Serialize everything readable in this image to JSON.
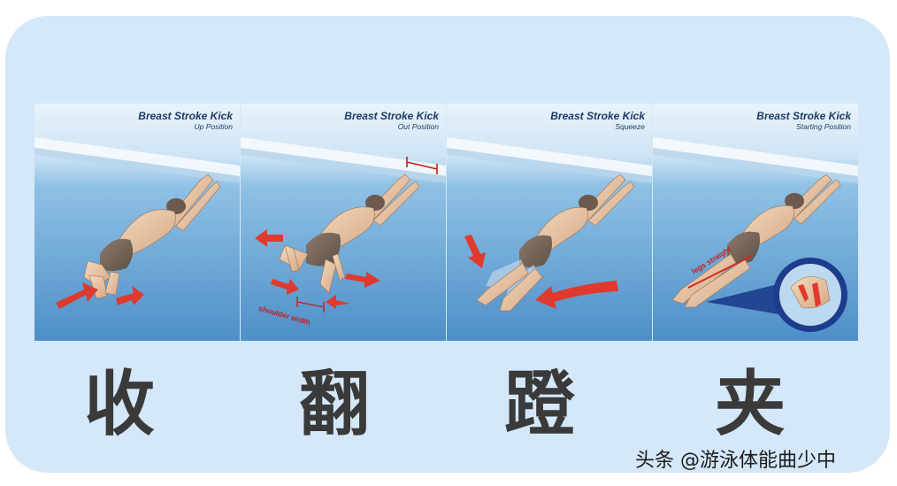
{
  "panels": [
    {
      "title": "Breast Stroke Kick",
      "subtitle": "Up Position",
      "step": "收"
    },
    {
      "title": "Breast Stroke Kick",
      "subtitle": "Out Position",
      "step": "翻",
      "annotation": "shoulder width"
    },
    {
      "title": "Breast Stroke Kick",
      "subtitle": "Squeeze",
      "step": "蹬"
    },
    {
      "title": "Breast Stroke Kick",
      "subtitle": "Starting Position",
      "step": "夹",
      "annotation": "legs straight"
    }
  ],
  "watermark": "头条 @游泳体能曲少中",
  "colors": {
    "card_background": "#d4e8fa",
    "water": "#9ccbe8",
    "arrow": "#e03a2e",
    "caption_text": "#3a3a3a",
    "title_text": "#1f3a66"
  }
}
